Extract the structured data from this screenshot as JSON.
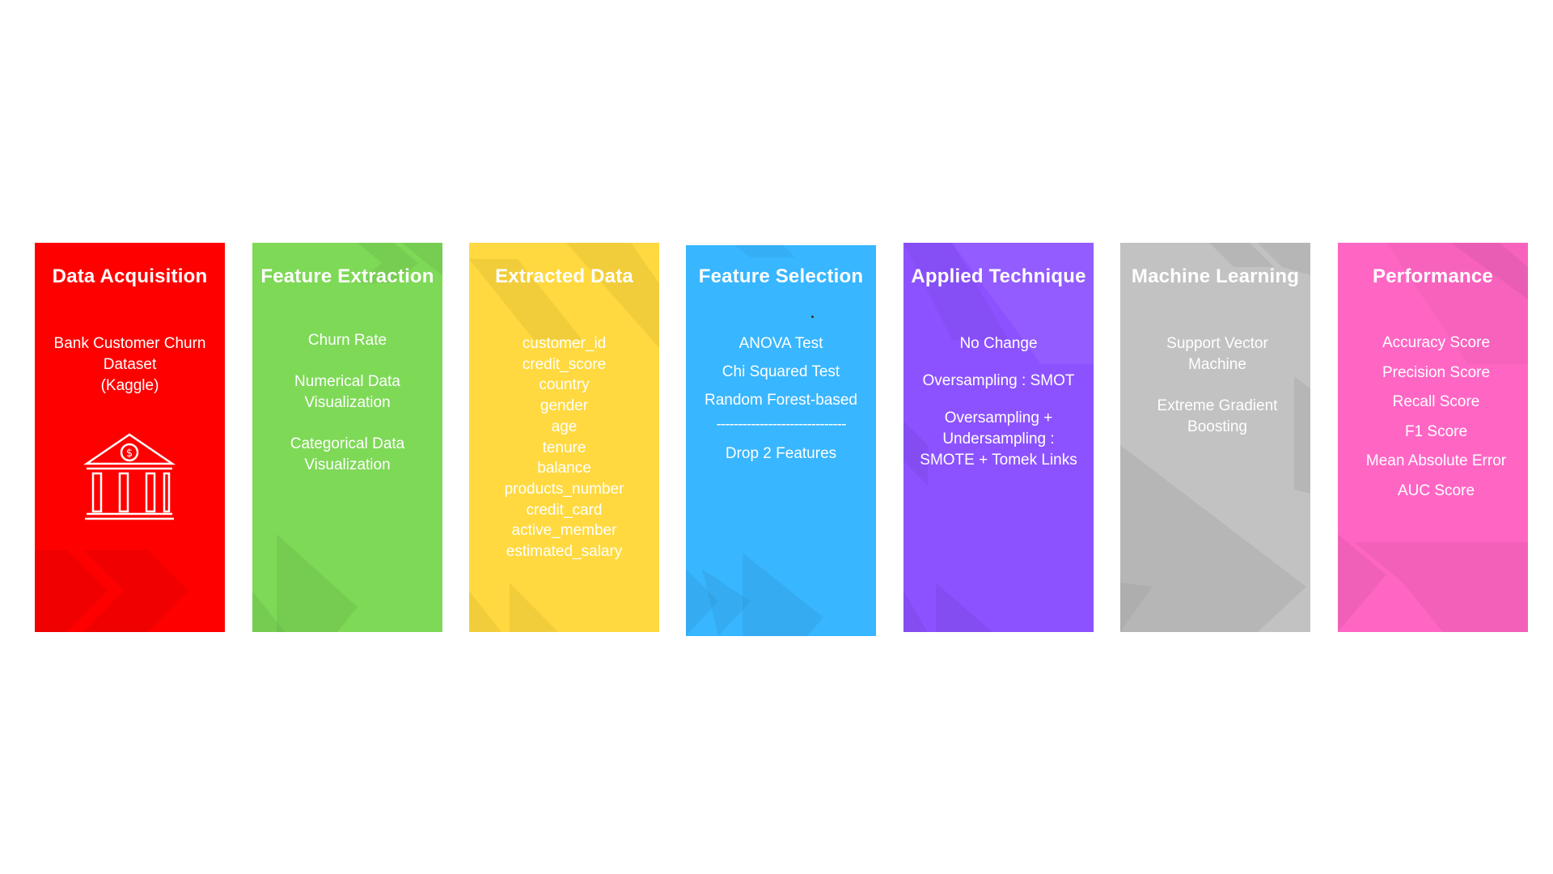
{
  "colors": {
    "data_acquisition": "#ff0000",
    "feature_extraction": "#7ed957",
    "extracted_data": "#ffd93f",
    "feature_selection": "#38b6ff",
    "applied_technique": "#8c52ff",
    "machine_learning": "#c2c2c2",
    "performance": "#ff66c4"
  },
  "cards": {
    "data_acquisition": {
      "title": "Data Acquisition",
      "lines": [
        "Bank Customer Churn",
        "Dataset",
        "(Kaggle)"
      ],
      "icon": "bank-icon"
    },
    "feature_extraction": {
      "title": "Feature Extraction",
      "items": [
        "Churn Rate",
        "Numerical Data Visualization",
        "Categorical Data Visualization"
      ]
    },
    "extracted_data": {
      "title": "Extracted Data",
      "items": [
        "customer_id",
        "credit_score",
        "country",
        "gender",
        "age",
        "tenure",
        "balance",
        "products_number",
        "credit_card",
        "active_member",
        "estimated_salary"
      ]
    },
    "feature_selection": {
      "title": "Feature Selection",
      "items": [
        "ANOVA Test",
        "Chi Squared Test",
        "Random Forest-based"
      ],
      "divider": "------------------------------",
      "result": "Drop 2 Features"
    },
    "applied_technique": {
      "title": "Applied Technique",
      "items": [
        "No Change",
        "Oversampling : SMOT",
        "Oversampling + Undersampling : SMOTE + Tomek Links"
      ]
    },
    "machine_learning": {
      "title": "Machine Learning",
      "items": [
        "Support Vector Machine",
        "Extreme Gradient Boosting"
      ]
    },
    "performance": {
      "title": "Performance",
      "items": [
        "Accuracy Score",
        "Precision Score",
        "Recall Score",
        "F1 Score",
        "Mean Absolute Error",
        "AUC Score"
      ]
    }
  }
}
